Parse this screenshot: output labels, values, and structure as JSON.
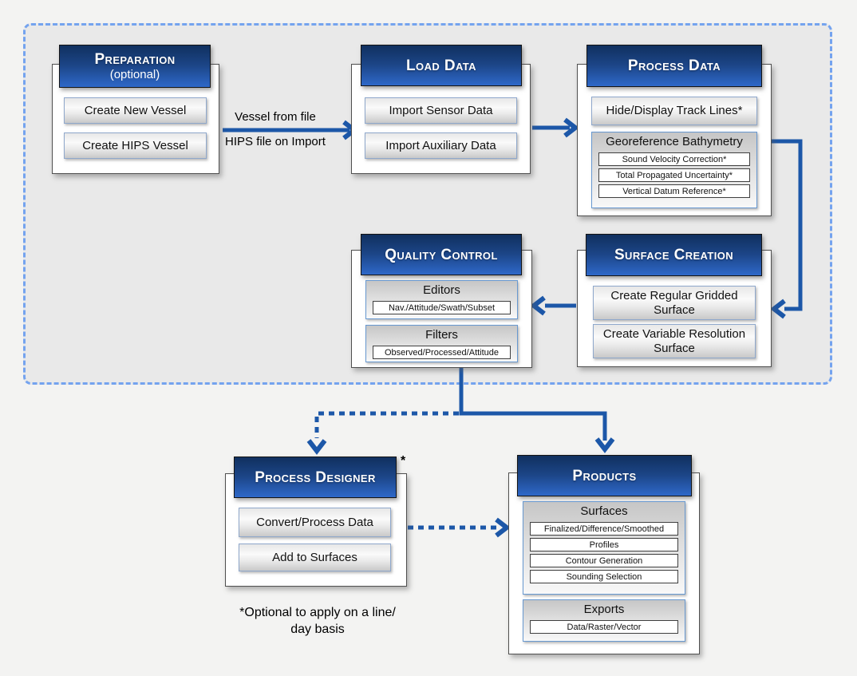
{
  "nodes": {
    "preparation": {
      "title": "Preparation",
      "subtitle": "(optional)",
      "items": [
        "Create New Vessel",
        "Create HIPS Vessel"
      ]
    },
    "load_data": {
      "title": "Load Data",
      "items": [
        "Import Sensor Data",
        "Import Auxiliary Data"
      ]
    },
    "process_data": {
      "title": "Process Data",
      "items": [
        "Hide/Display Track Lines*"
      ],
      "group": {
        "title": "Georeference Bathymetry",
        "items": [
          "Sound Velocity Correction*",
          "Total Propagated Uncertainty*",
          "Vertical Datum Reference*"
        ]
      }
    },
    "quality_control": {
      "title": "Quality Control",
      "groups": [
        {
          "title": "Editors",
          "items": [
            "Nav./Attitude/Swath/Subset"
          ]
        },
        {
          "title": "Filters",
          "items": [
            "Observed/Processed/Attitude"
          ]
        }
      ]
    },
    "surface_creation": {
      "title": "Surface Creation",
      "items": [
        "Create Regular Gridded Surface",
        "Create Variable Resolution Surface"
      ]
    },
    "process_designer": {
      "title": "Process Designer",
      "marker": "*",
      "items": [
        "Convert/Process Data",
        "Add to Surfaces"
      ]
    },
    "products": {
      "title": "Products",
      "groups": [
        {
          "title": "Surfaces",
          "items": [
            "Finalized/Difference/Smoothed",
            "Profiles",
            "Contour Generation",
            "Sounding Selection"
          ]
        },
        {
          "title": "Exports",
          "items": [
            "Data/Raster/Vector"
          ]
        }
      ]
    }
  },
  "edge_labels": {
    "prep_to_load_top": "Vessel from file",
    "prep_to_load_bottom": "HIPS file on Import"
  },
  "footnote": {
    "line1": "*Optional to apply on a line/",
    "line2": "day basis"
  },
  "colors": {
    "arrow": "#1c57a8",
    "dashed_border": "#74a3ef",
    "header_top": "#10305f",
    "header_bottom": "#2e68c9",
    "region_bg": "#e9e9e9",
    "canvas_bg": "#f3f3f2"
  }
}
